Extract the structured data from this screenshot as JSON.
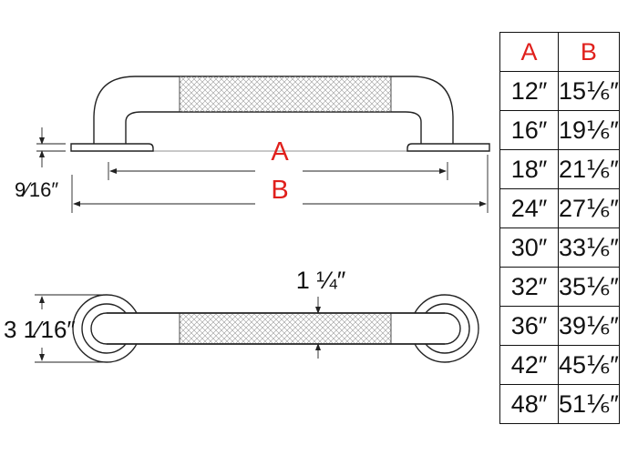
{
  "diagram": {
    "label_a": "A",
    "label_b": "B",
    "flange_thickness": "9⁄16″",
    "tube_diameter": "1 ¼″",
    "flange_diameter": "3 1⁄16″",
    "label_color": "#e0201c"
  },
  "size_table": {
    "headers": [
      "A",
      "B"
    ],
    "rows": [
      [
        "12″",
        "15⅙″"
      ],
      [
        "16″",
        "19⅙″"
      ],
      [
        "18″",
        "21⅙″"
      ],
      [
        "24″",
        "27⅙″"
      ],
      [
        "30″",
        "33⅙″"
      ],
      [
        "32″",
        "35⅙″"
      ],
      [
        "36″",
        "39⅙″"
      ],
      [
        "42″",
        "45⅙″"
      ],
      [
        "48″",
        "51⅙″"
      ]
    ]
  }
}
